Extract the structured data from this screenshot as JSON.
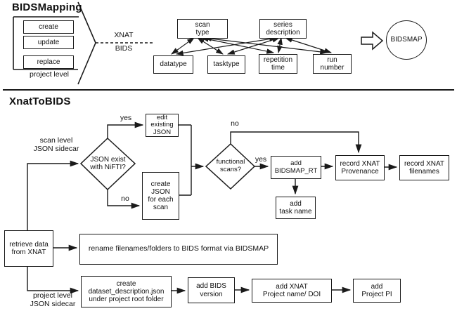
{
  "colors": {
    "line": "#1a1a1a",
    "background": "#ffffff",
    "text": "#111111"
  },
  "bidsmapping": {
    "title": "BIDSMapping",
    "actions": [
      {
        "label": "create"
      },
      {
        "label": "update"
      },
      {
        "label": "replace"
      }
    ],
    "project_level_label": "project level",
    "interface_labels": {
      "top": "XNAT",
      "bottom": "BIDS"
    },
    "nodes": {
      "scan_type": "scan\ntype",
      "series_description": "series\ndescription",
      "datatype": "datatype",
      "tasktype": "tasktype",
      "repetition_time": "repetition\ntime",
      "run_number": "run\nnumber",
      "bidsmap": "BIDSMAP"
    }
  },
  "xnattobids": {
    "title": "XnatToBIDS",
    "labels": {
      "scan_level": "scan level\nJSON sidecar",
      "project_level": "project level\nJSON sidecar",
      "decision1_yes": "yes",
      "decision1_no": "no",
      "decision2_yes": "yes",
      "decision2_no": "no"
    },
    "nodes": {
      "json_exist": "JSON exist\nwith NiFTI?",
      "edit_existing_json": "edit\nexisting\nJSON",
      "create_json_each_scan": "create\nJSON\nfor each\nscan",
      "functional_scans": "functional\nscans?",
      "add_bidsmap_rt": "add\nBIDSMAP_RT",
      "record_xnat_provenance": "record XNAT\nProvenance",
      "record_xnat_filenames": "record XNAT\nfilenames",
      "add_task_name": "add\ntask name",
      "retrieve_data": "retrieve data\nfrom XNAT",
      "rename_files": "rename filenames/folders to BIDS format via BIDSMAP",
      "create_dataset_description": "create\ndataset_description.json\nunder project root folder",
      "add_bids_version": "add BIDS\nversion",
      "add_xnat_project": "add XNAT\nProject name/ DOI",
      "add_project_pi": "add\nProject PI"
    }
  }
}
